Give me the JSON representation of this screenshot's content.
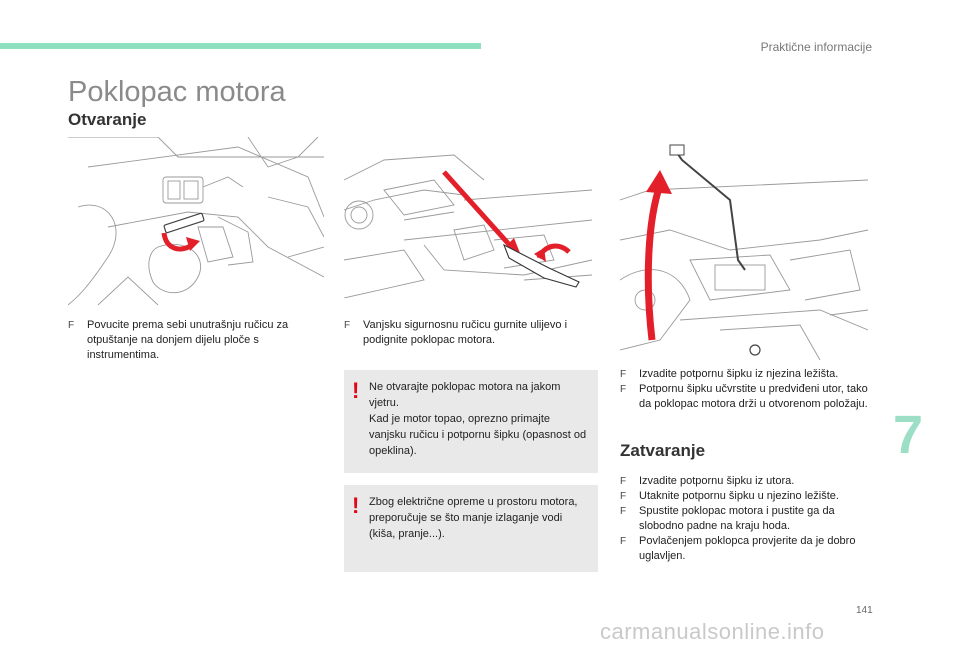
{
  "header": {
    "section_title": "Praktične informacije"
  },
  "page_title": "Poklopac motora",
  "opening": {
    "heading": "Otvaranje",
    "step1": [
      "Povucite prema sebi unutrašnju ručicu za otpuštanje na donjem dijelu ploče s instrumentima."
    ],
    "step2": [
      "Vanjsku sigurnosnu ručicu gurnite ulijevo i podignite poklopac motora."
    ],
    "warning1": "Ne otvarajte poklopac motora na jakom vjetru.\nKad je motor topao, oprezno primajte vanjsku ručicu i potpornu šipku (opasnost od opeklina).",
    "warning2": "Zbog električne opreme u prostoru motora, preporučuje se što manje izlaganje vodi (kiša, pranje...).",
    "step3": [
      "Izvadite potpornu šipku iz njezina ležišta.",
      "Potpornu šipku učvrstite u predviđeni utor, tako da poklopac motora drži u otvorenom položaju."
    ]
  },
  "closing": {
    "heading": "Zatvaranje",
    "steps": [
      "Izvadite potpornu šipku iz utora.",
      "Utaknite potpornu šipku u njezino ležište.",
      "Spustite poklopac motora i pustite ga da slobodno padne na kraju hoda.",
      "Povlačenjem poklopca provjerite da je dobro uglavljen."
    ]
  },
  "bullet_marker": "F",
  "warning_icon": "!",
  "chapter_number": "7",
  "page_number": "141",
  "watermark": "carmanualsonline.info",
  "colors": {
    "accent": "#8fe0bf",
    "chapter": "#9cdfc6",
    "warning_red": "#e30613",
    "arrow_red": "#e3202a",
    "warning_bg": "#e9e9e9"
  }
}
